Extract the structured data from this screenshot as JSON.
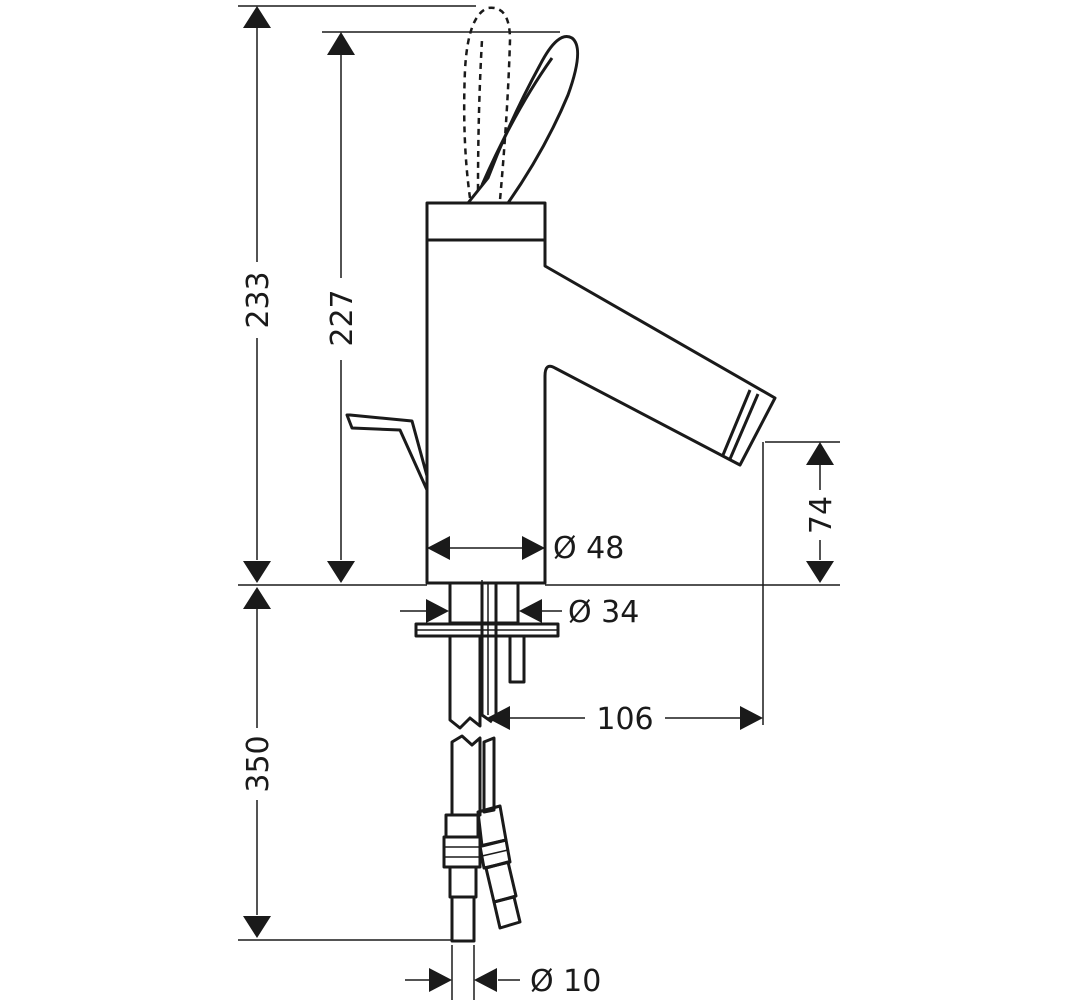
{
  "dimensions": {
    "overall_height": "233",
    "spout_height": "227",
    "spout_clearance": "74",
    "body_diameter": "Ø 48",
    "shank_diameter": "Ø 34",
    "spout_reach": "106",
    "hose_length": "350",
    "hose_diameter": "Ø 10"
  }
}
